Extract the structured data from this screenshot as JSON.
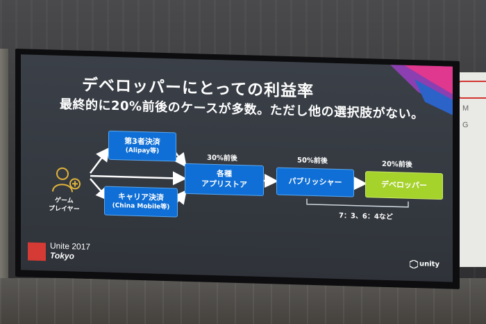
{
  "slide": {
    "title": "デベロッパーにとっての利益率",
    "subtitle": "最終的に20%前後のケースが多数。ただし他の選択肢がない。",
    "player_label_line1": "ゲーム",
    "player_label_line2": "プレイヤー",
    "box_third_party": {
      "main": "第3者決済",
      "sub": "(Alipay等)"
    },
    "box_carrier": {
      "main": "キャリア決済",
      "sub": "(China Mobile等)"
    },
    "box_store": {
      "line1": "各種",
      "line2": "アプリストア"
    },
    "box_publisher": {
      "main": "パブリッシャー"
    },
    "box_developer": {
      "main": "デベロッパー"
    },
    "pct_store": "30%前後",
    "pct_publisher": "50%前後",
    "pct_developer": "20%前後",
    "ratio_note": "7：3、6：4など",
    "event_name": "Unite 2017",
    "event_city": "Tokyo",
    "brand": "unity"
  },
  "side_panel": {
    "text1": "M",
    "text2": "G"
  },
  "colors": {
    "box_blue": "#0f6fd6",
    "box_green": "#a6d22c",
    "slide_bg": "#363b42",
    "accent_red": "#d53a34"
  }
}
